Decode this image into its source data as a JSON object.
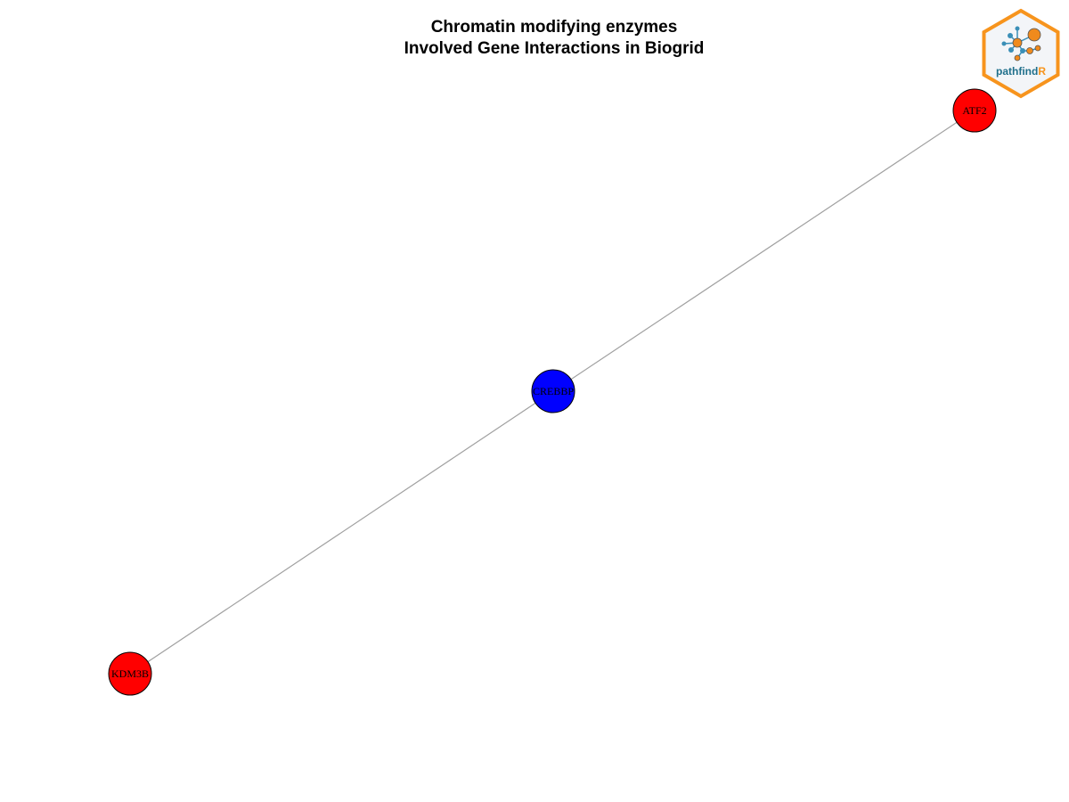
{
  "title": {
    "line1": "Chromatin modifying enzymes",
    "line2": "Involved Gene Interactions in Biogrid"
  },
  "logo": {
    "text_main": "pathfind",
    "text_accent": "R",
    "colors": {
      "border": "#F7941D",
      "fill": "#F3F5F8",
      "main_text": "#1F6F8B",
      "accent_text": "#F7941D",
      "node_orange": "#F08A1C",
      "edge_blue": "#3A8FB7"
    }
  },
  "network": {
    "nodes": [
      {
        "id": "ATF2",
        "label": "ATF2",
        "color": "#FF0000"
      },
      {
        "id": "CREBBP",
        "label": "CREBBP",
        "color": "#0000FF"
      },
      {
        "id": "KDM3B",
        "label": "KDM3B",
        "color": "#FF0000"
      }
    ],
    "edges": [
      {
        "source": "ATF2",
        "target": "CREBBP"
      },
      {
        "source": "CREBBP",
        "target": "KDM3B"
      }
    ],
    "edge_color": "#A0A0A0",
    "node_border_color": "#000000"
  }
}
